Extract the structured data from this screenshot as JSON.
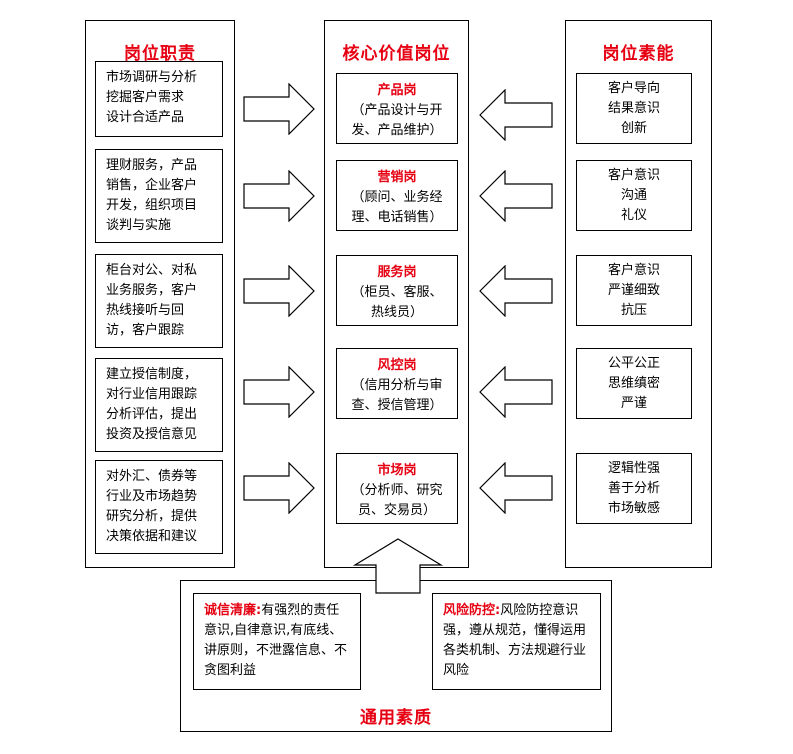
{
  "columns": {
    "duties": {
      "title": "岗位职责",
      "items": [
        [
          "市场调研与分析",
          "挖掘客户需求",
          "设计合适产品"
        ],
        [
          "理财服务，产品",
          "销售，企业客户",
          "开发，组织项目",
          "谈判与实施"
        ],
        [
          "柜台对公、对私",
          "业务服务，客户",
          "热线接听与回",
          "访，客户跟踪"
        ],
        [
          "建立授信制度，",
          "对行业信用跟踪",
          "分析评估，提出",
          "投资及授信意见"
        ],
        [
          "对外汇、债券等",
          "行业及市场趋势",
          "研究分析，提供",
          "决策依据和建议"
        ]
      ]
    },
    "core": {
      "title": "核心价值岗位",
      "items": [
        {
          "name": "产品岗",
          "desc": [
            "（产品设计与开",
            "发、产品维护）"
          ]
        },
        {
          "name": "营销岗",
          "desc": [
            "（顾问、业务经",
            "理、电话销售）"
          ]
        },
        {
          "name": "服务岗",
          "desc": [
            "（柜员、客服、",
            "热线员）"
          ]
        },
        {
          "name": "风控岗",
          "desc": [
            "（信用分析与审",
            "查、授信管理）"
          ]
        },
        {
          "name": "市场岗",
          "desc": [
            "（分析师、研究",
            "员、交易员）"
          ]
        }
      ]
    },
    "competence": {
      "title": "岗位素能",
      "items": [
        [
          "客户导向",
          "结果意识",
          "创新"
        ],
        [
          "客户意识",
          "沟通",
          "礼仪"
        ],
        [
          "客户意识",
          "严谨细致",
          "抗压"
        ],
        [
          "公平公正",
          "思维缜密",
          "严谨"
        ],
        [
          "逻辑性强",
          "善于分析",
          "市场敏感"
        ]
      ]
    }
  },
  "general": {
    "title": "通用素质",
    "integrity": {
      "label": "诚信清廉:",
      "first_line_rest": "有强烈的责任",
      "lines": [
        "意识,自律意识,有底线、",
        "讲原则，不泄露信息、不",
        "贪图利益"
      ]
    },
    "risk": {
      "label": "风险防控:",
      "first_line_rest": "风险防控意识",
      "lines": [
        "强，遵从规范，懂得运用",
        "各类机制、方法规避行业",
        "风险"
      ]
    }
  },
  "colors": {
    "accent_red": "#e60012",
    "border": "#000000"
  }
}
